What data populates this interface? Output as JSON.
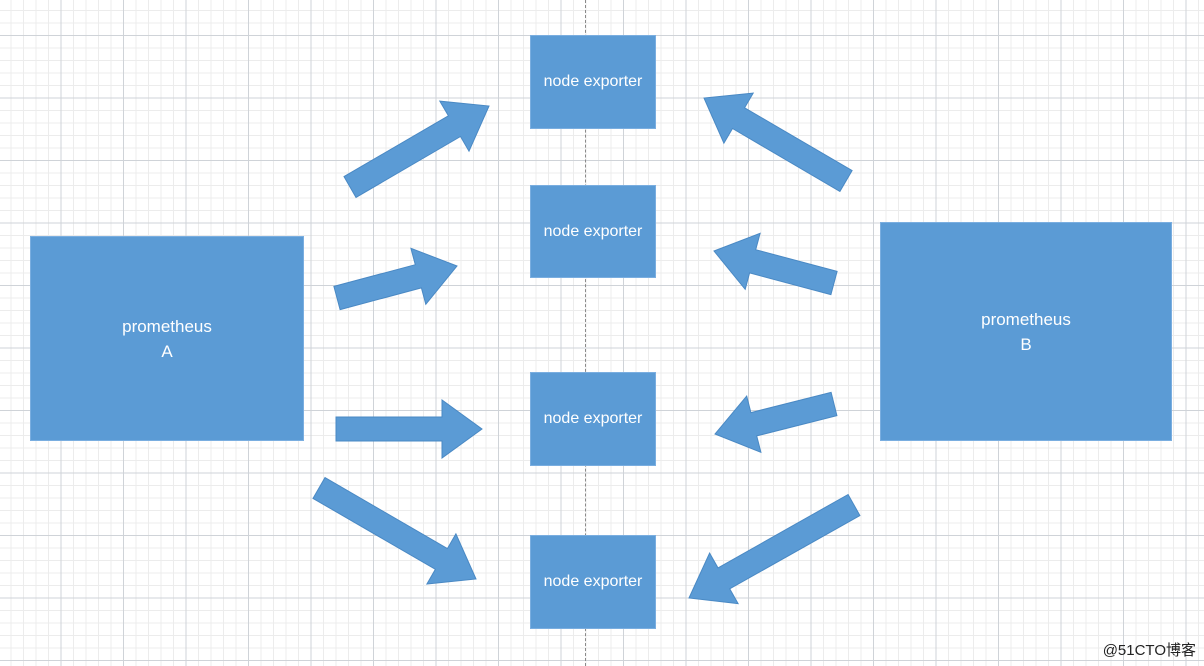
{
  "servers": [
    {
      "line1": "prometheus",
      "line2": "A"
    },
    {
      "line1": "prometheus",
      "line2": "B"
    }
  ],
  "exporters": [
    "node exporter",
    "node exporter",
    "node exporter",
    "node exporter"
  ],
  "watermark": "@51CTO博客",
  "colors": {
    "box": "#5b9bd5",
    "text": "#ffffff",
    "grid": "#cfd3d8"
  }
}
